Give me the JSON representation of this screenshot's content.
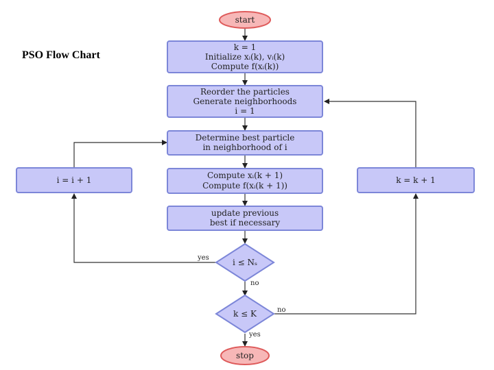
{
  "slide": {
    "title": "PSO Flow Chart"
  },
  "nodes": {
    "start": {
      "text": "start"
    },
    "init": {
      "lines": [
        "k = 1",
        "Initialize xᵢ(k), vᵢ(k)",
        "Compute f(xᵢ(k))"
      ]
    },
    "reorder": {
      "lines": [
        "Reorder the particles",
        "Generate neighborhoods",
        "i = 1"
      ]
    },
    "best": {
      "lines": [
        "Determine best particle",
        "in neighborhood of i"
      ]
    },
    "compute": {
      "lines": [
        "Compute xᵢ(k + 1)",
        "Compute f(xᵢ(k + 1))"
      ]
    },
    "update": {
      "lines": [
        "update previous",
        "best if necessary"
      ]
    },
    "i_inc": {
      "text": "i = i + 1"
    },
    "k_inc": {
      "text": "k = k + 1"
    },
    "dec_i": {
      "text": "i ≤ Nₛ"
    },
    "dec_k": {
      "text": "k ≤ K"
    },
    "stop": {
      "text": "stop"
    }
  },
  "edge_labels": {
    "dec_i_yes": "yes",
    "dec_i_no": "no",
    "dec_k_no": "no",
    "dec_k_yes": "yes"
  },
  "colors": {
    "process_fill": "#c8c8f8",
    "process_border": "#7c86d8",
    "terminal_fill": "#f7b7b7",
    "terminal_border": "#de5a5a"
  }
}
